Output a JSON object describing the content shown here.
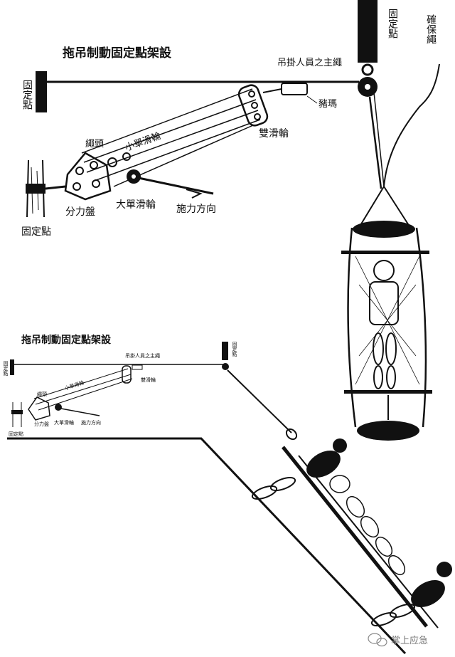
{
  "upper_diagram": {
    "title": "拖吊制動固定點架設",
    "labels": {
      "anchor_left": "固定點",
      "anchor_top": "固定點",
      "safety_rope": "確保繩",
      "main_rope": "吊掛人員之主繩",
      "pig_hitch": "豬瑪",
      "double_pulley": "雙滑輪",
      "rope_head": "繩頭",
      "small_single_pulley": "小單滑輪",
      "load_plate": "分力盤",
      "large_single_pulley": "大單滑輪",
      "pull_direction": "施力方向",
      "tree_anchor": "固定點"
    }
  },
  "lower_diagram": {
    "title": "拖吊制動固定點架設",
    "labels": {
      "main_rope": "吊掛人員之主繩",
      "anchor_top": "固定點",
      "anchor_left": "固定點",
      "double_pulley": "雙滑輪",
      "rope_head": "繩頭",
      "small_single_pulley": "小單滑輪",
      "load_plate": "分力盤",
      "large_single_pulley": "大單滑輪",
      "pull_direction": "施力方向",
      "tree_anchor": "固定點"
    }
  },
  "watermark": "掌上应急"
}
